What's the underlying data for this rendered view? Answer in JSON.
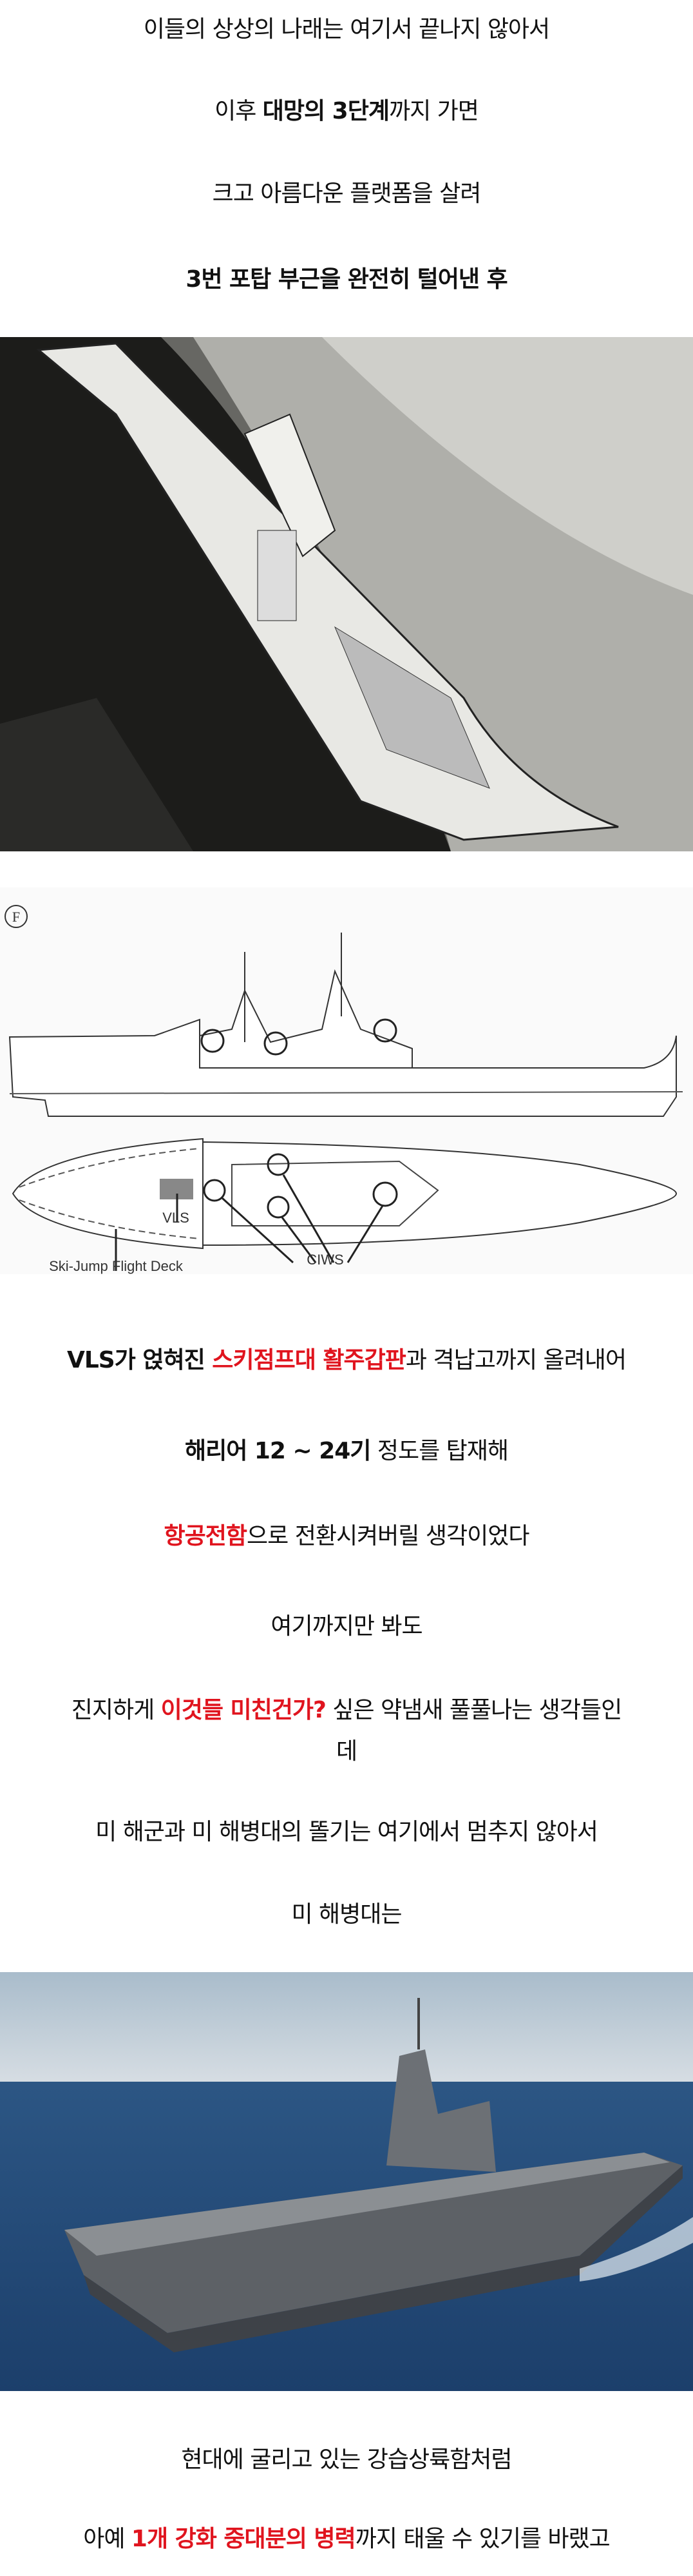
{
  "colors": {
    "highlight": "#e0141e",
    "text": "#111111"
  },
  "lines": {
    "l1": "이들의 상상의 나래는 여기서 끝나지 않아서",
    "l2": {
      "a": "이후 ",
      "b": "대망의 3단계",
      "c": "까지 가면"
    },
    "l3": "크고 아름다운 플랫폼을 살려",
    "l4": "3번 포탑 부근을 완전히 털어낸 후",
    "l5": {
      "a": "VLS가 얹혀진 ",
      "b": "스키점프대 활주갑판",
      "c": "과 격납고까지 올려내어"
    },
    "l6": {
      "a": "해리어 12 ~ 24기",
      "b": " 정도를 탑재해"
    },
    "l7": {
      "a": "항공전함",
      "b": "으로 전환시켜버릴 생각이었다"
    },
    "l8": "여기까지만 봐도",
    "l9": {
      "a": "진지하게 ",
      "b": "이것들 미친건가?",
      "c": " 싶은 약냄새 풀풀나는 생각들인",
      "d": "데"
    },
    "l10": "미 해군과 미 해병대의 똘기는 여기에서 멈추지 않아서",
    "l11": "미 해병대는",
    "l12": "현대에 굴리고 있는 강습상륙함처럼",
    "l13": {
      "a": "아예 ",
      "b": "1개 강화 중대분의 병력",
      "c": "까지 태울 수 있기를 바랬고"
    }
  },
  "diagram": {
    "badge": "F",
    "label_vls": "VLS",
    "label_ciws": "CIWS",
    "label_deck": "Ski-Jump Flight Deck"
  }
}
